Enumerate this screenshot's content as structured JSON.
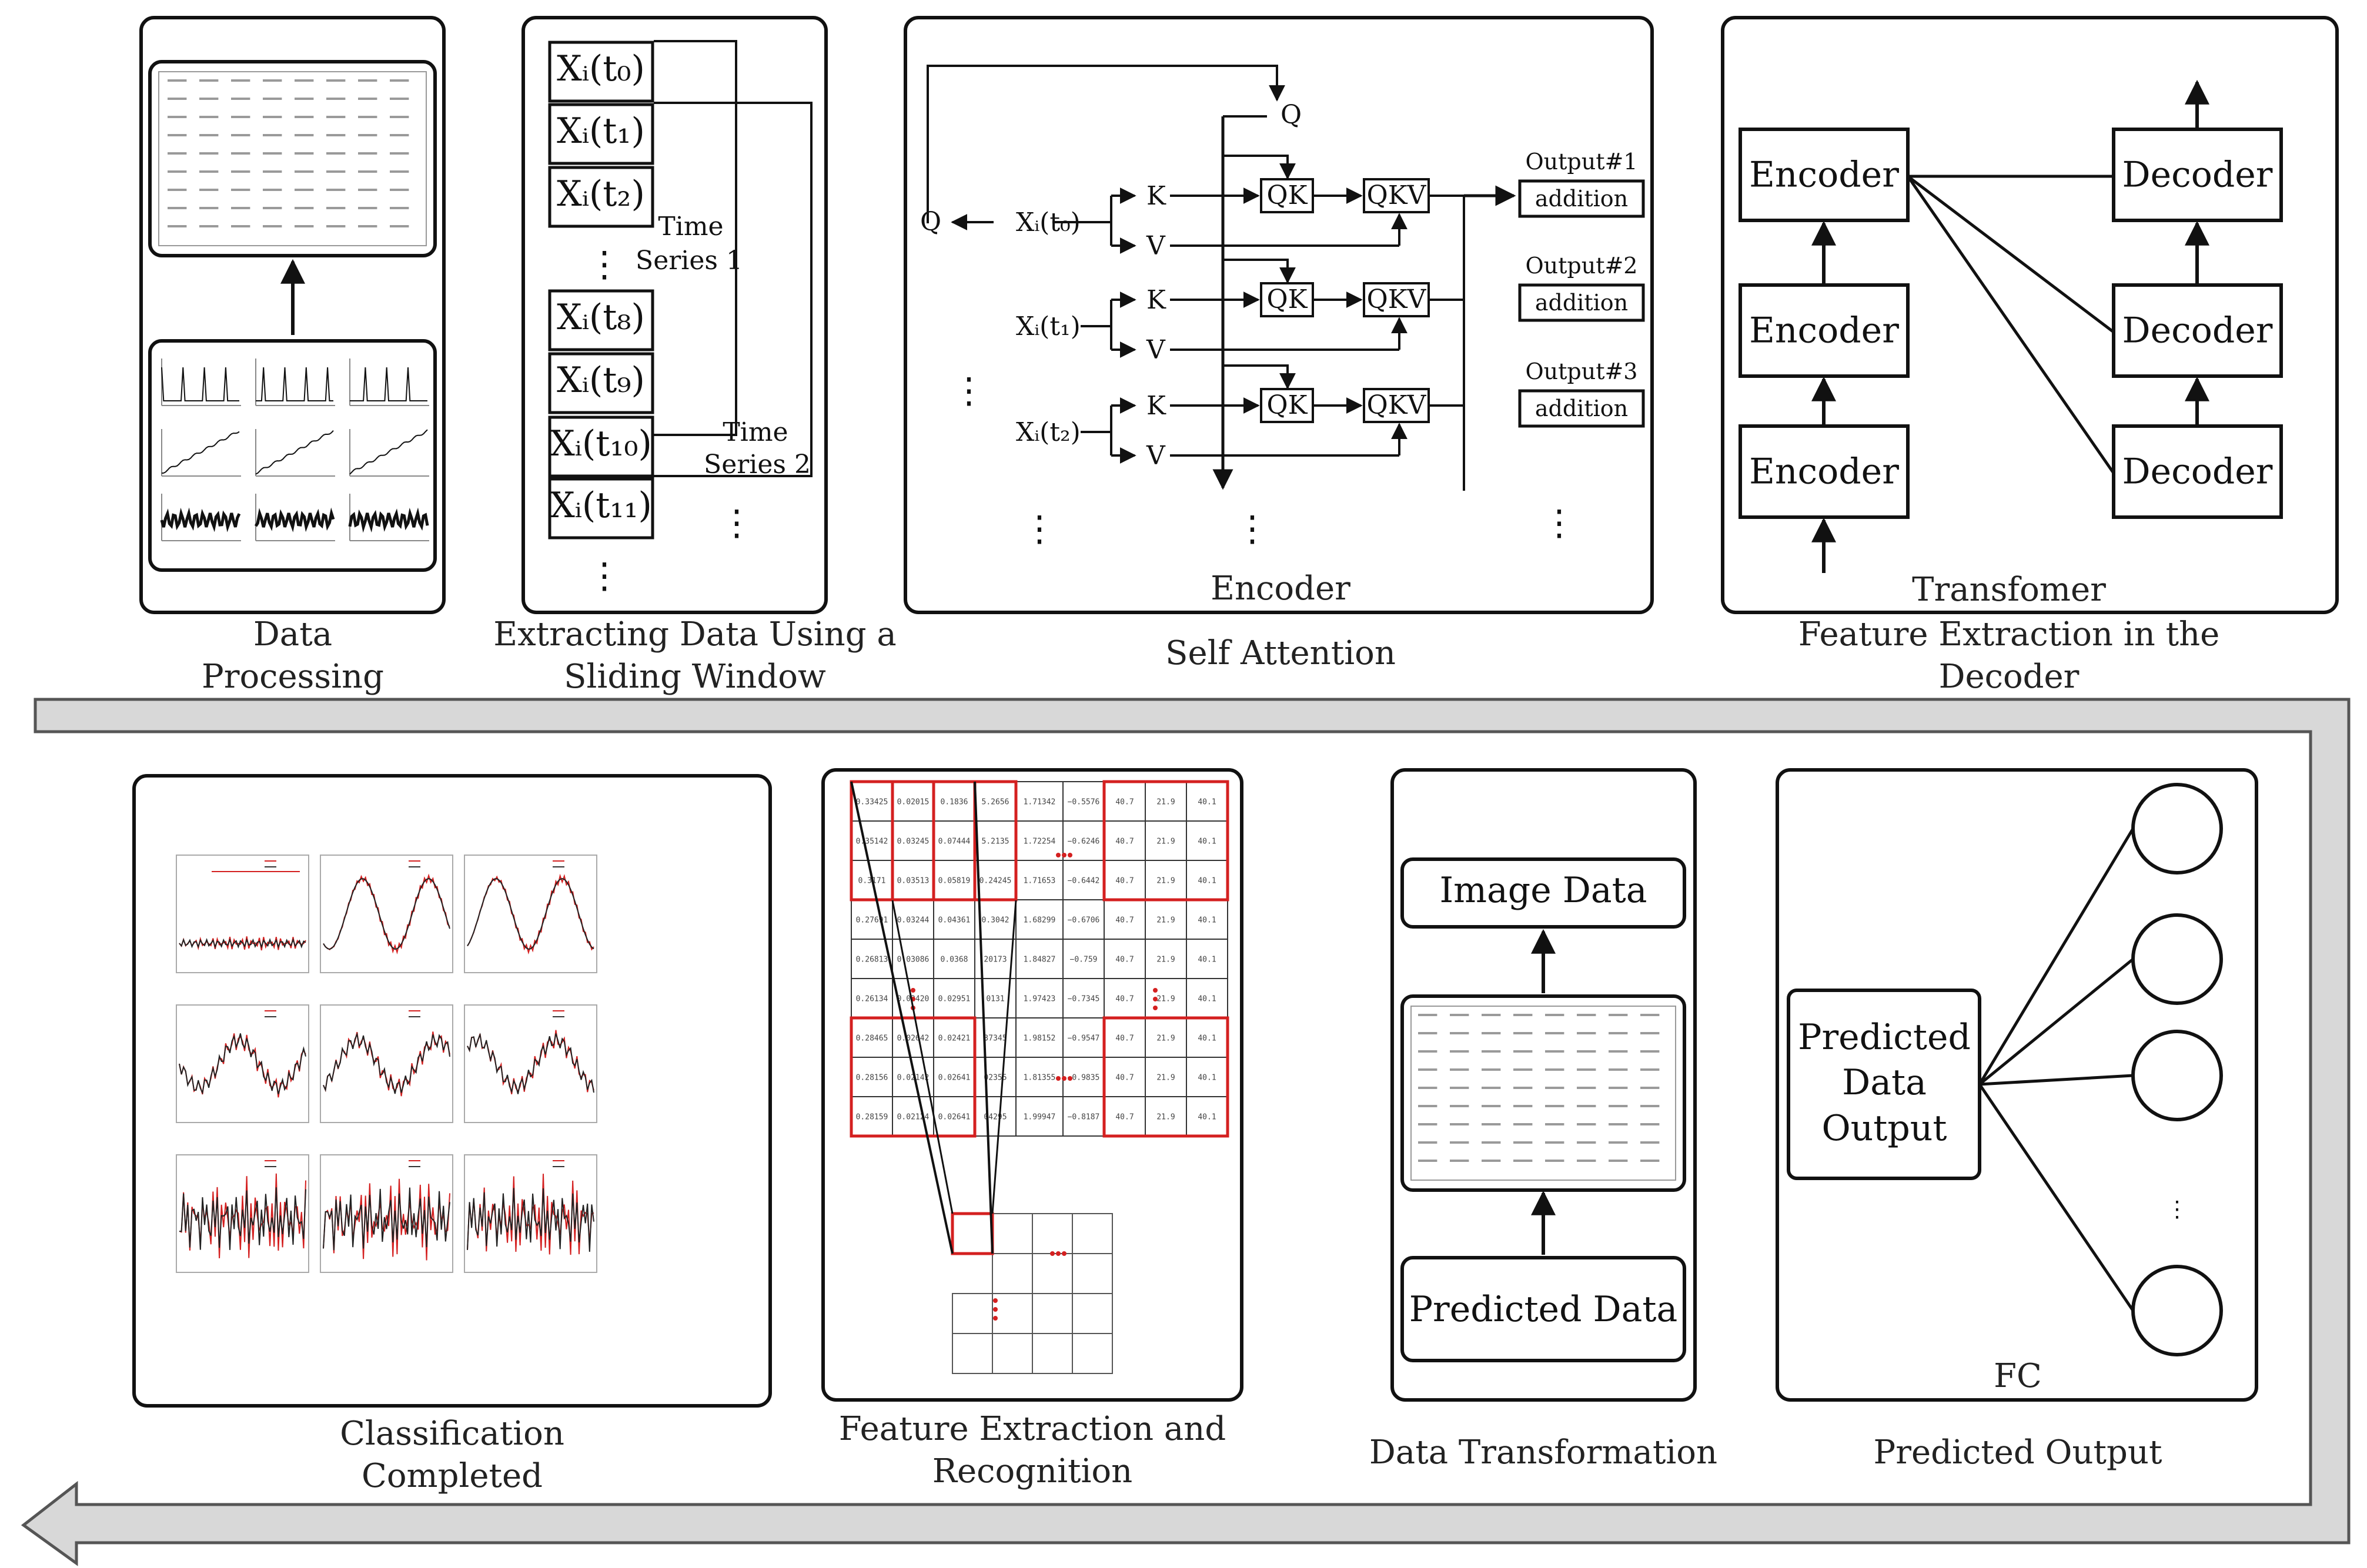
{
  "panels": {
    "data_processing": {
      "caption_line1": "Data",
      "caption_line2": "Processing"
    },
    "sliding_window": {
      "caption_line1": "Extracting Data Using a",
      "caption_line2": "Sliding Window",
      "cells": [
        "Xᵢ(t₀)",
        "Xᵢ(t₁)",
        "Xᵢ(t₂)",
        "Xᵢ(t₈)",
        "Xᵢ(t₉)",
        "Xᵢ(t₁₀)",
        "Xᵢ(t₁₁)"
      ],
      "series1_line1": "Time",
      "series1_line2": "Series 1",
      "series2_line1": "Time",
      "series2_line2": "Series 2",
      "ellipsis": "⋮"
    },
    "self_attention": {
      "caption": "Self Attention",
      "title": "Encoder",
      "q_top": "Q",
      "q_left": "Q",
      "inputs": [
        "Xᵢ(t₀)",
        "Xᵢ(t₁)",
        "Xᵢ(t₂)"
      ],
      "k": "K",
      "v": "V",
      "qk": "QK",
      "qkv": "QKV",
      "outputs": [
        "Output#1",
        "Output#2",
        "Output#3"
      ],
      "addition": "addition",
      "ellipsis": "⋮"
    },
    "transformer": {
      "title": "Transfomer",
      "caption_line1": "Feature Extraction in the",
      "caption_line2": "Decoder",
      "encoder": "Encoder",
      "decoder": "Decoder"
    },
    "classification": {
      "caption_line1": "Classification",
      "caption_line2": "Completed"
    },
    "feature_extraction": {
      "caption_line1": "Feature Extraction and",
      "caption_line2": "Recognition",
      "row_values": [
        [
          "0.33425",
          "0.02015",
          "0.1836",
          "5.2656",
          "1.71342",
          "−0.5576",
          "40.7",
          "21.9",
          "40.1"
        ],
        [
          "0.35142",
          "0.03245",
          "0.07444",
          "5.2135",
          "1.72254",
          "−0.6246",
          "40.7",
          "21.9",
          "40.1"
        ],
        [
          "0.3171",
          "0.03513",
          "0.05819",
          "0.24245",
          "1.71653",
          "−0.6442",
          "40.7",
          "21.9",
          "40.1"
        ],
        [
          "0.27691",
          "0.03244",
          "0.04361",
          "0.3042",
          "1.68299",
          "−0.6706",
          "40.7",
          "21.9",
          "40.1"
        ],
        [
          "0.26813",
          "0.03086",
          "0.0368",
          "20173",
          "1.84827",
          "−0.759",
          "40.7",
          "21.9",
          "40.1"
        ],
        [
          "0.26134",
          "0.02420",
          "0.02951",
          "0131",
          "1.97423",
          "−0.7345",
          "40.7",
          "21.9",
          "40.1"
        ],
        [
          "0.28465",
          "0.02642",
          "0.02421",
          "37345",
          "1.98152",
          "−0.9547",
          "40.7",
          "21.9",
          "40.1"
        ],
        [
          "0.28156",
          "0.02142",
          "0.02641",
          "02355",
          "1.81355",
          "−0.9835",
          "40.7",
          "21.9",
          "40.1"
        ],
        [
          "0.28159",
          "0.02124",
          "0.02641",
          "04295",
          "1.99947",
          "−0.8187",
          "40.7",
          "21.9",
          "40.1"
        ]
      ]
    },
    "data_transformation": {
      "caption": "Data Transformation",
      "image_data": "Image Data",
      "predicted_data": "Predicted Data"
    },
    "predicted_output": {
      "caption": "Predicted Output",
      "box_line1": "Predicted",
      "box_line2": "Data",
      "box_line3": "Output",
      "fc": "FC",
      "ellipsis": "⋮"
    }
  },
  "colors": {
    "stroke": "#111111",
    "highlight": "#d42020",
    "band_fill": "#d8d8d8"
  }
}
